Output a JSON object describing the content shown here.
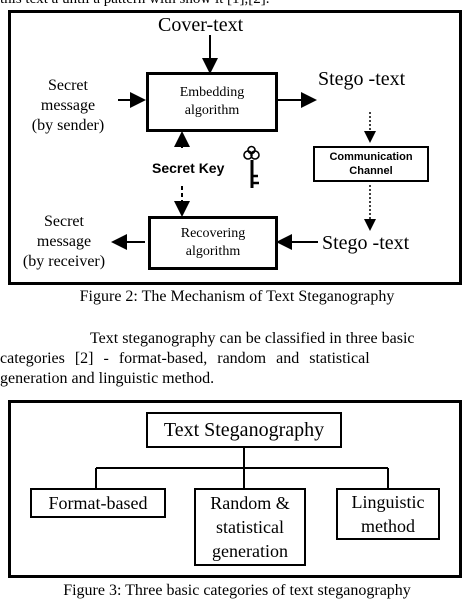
{
  "top_text": "this text a until a pattern with show it [1],[2].",
  "figure2": {
    "cover_text": "Cover-text",
    "secret_message_sender": [
      "Secret",
      "message",
      "(by sender)"
    ],
    "embedding": [
      "Embedding",
      "algorithm"
    ],
    "stego_text_top": "Stego -text",
    "channel": [
      "Communication",
      "Channel"
    ],
    "secret_key": "Secret Key",
    "key_icon": "key-icon",
    "recovering": [
      "Recovering",
      "algorithm"
    ],
    "secret_message_receiver": [
      "Secret",
      "message",
      "(by receiver)"
    ],
    "stego_text_bottom": "Stego -text",
    "caption": "Figure 2: The Mechanism of Text Steganography"
  },
  "paragraph": [
    "Text steganography can be classified in three basic",
    "categories [2] - format-based, random and statistical",
    "generation and linguistic method."
  ],
  "figure3": {
    "root": "Text Steganography",
    "format_based": "Format-based",
    "random": [
      "Random &",
      "statistical",
      "generation"
    ],
    "linguistic": [
      "Linguistic",
      "method"
    ],
    "caption": "Figure 3: Three basic categories of text steganography"
  }
}
